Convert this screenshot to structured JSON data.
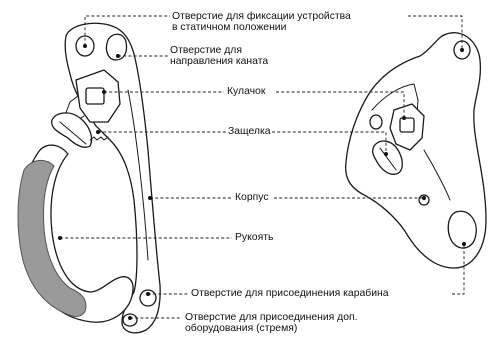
{
  "labels": {
    "fixing_hole_line1": "Отверстие для фиксации устройства",
    "fixing_hole_line2": "в статичном положении",
    "rope_hole_line1": "Отверстие для",
    "rope_hole_line2": "направления каната",
    "cam": "Кулачок",
    "latch": "Защелка",
    "body": "Корпус",
    "handle": "Рукоять",
    "carabiner_hole": "Отверстие для присоединения карабина",
    "extra_hole_line1": "Отверстие для присоединения доп.",
    "extra_hole_line2": "оборудования (стремя)"
  }
}
